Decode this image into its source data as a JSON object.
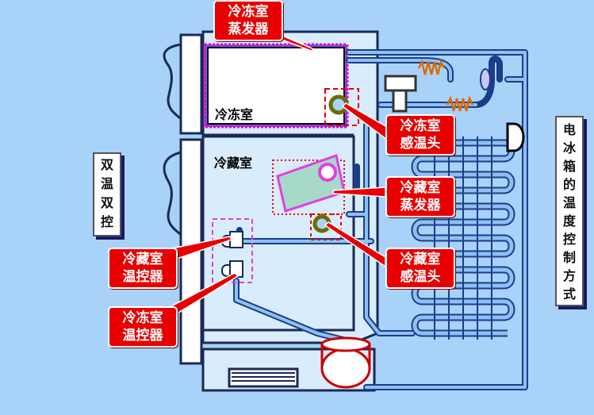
{
  "colors": {
    "background": "#a8d2f8",
    "pipe": "#1a3e8a",
    "pipe_light": "#8ec0f0",
    "callout": "#e80000",
    "sensor": "#6b6b00",
    "dash": "#e00000",
    "magenta": "#e040e0"
  },
  "labels": {
    "freezer_room": "冷冻室",
    "fridge_room": "冷藏室",
    "dual_control": [
      "双",
      "温",
      "双",
      "控"
    ],
    "side_title": [
      "电",
      "冰",
      "箱",
      "的",
      "温",
      "度",
      "控",
      "制",
      "方",
      "式"
    ]
  },
  "callouts": {
    "freezer_evaporator": [
      "冷冻室",
      "蒸发器"
    ],
    "freezer_sensor": [
      "冷冻室",
      "感温头"
    ],
    "fridge_evaporator": [
      "冷藏室",
      "蒸发器"
    ],
    "fridge_sensor": [
      "冷藏室",
      "感温头"
    ],
    "fridge_thermostat": [
      "冷藏室",
      "温控器"
    ],
    "freezer_thermostat": [
      "冷冻室",
      "温控器"
    ]
  },
  "icons": [
    "compressor-icon",
    "sensor-bulb-icon",
    "thermostat-icon",
    "capillary-coil-icon",
    "drier-filter-icon",
    "valve-icon"
  ]
}
